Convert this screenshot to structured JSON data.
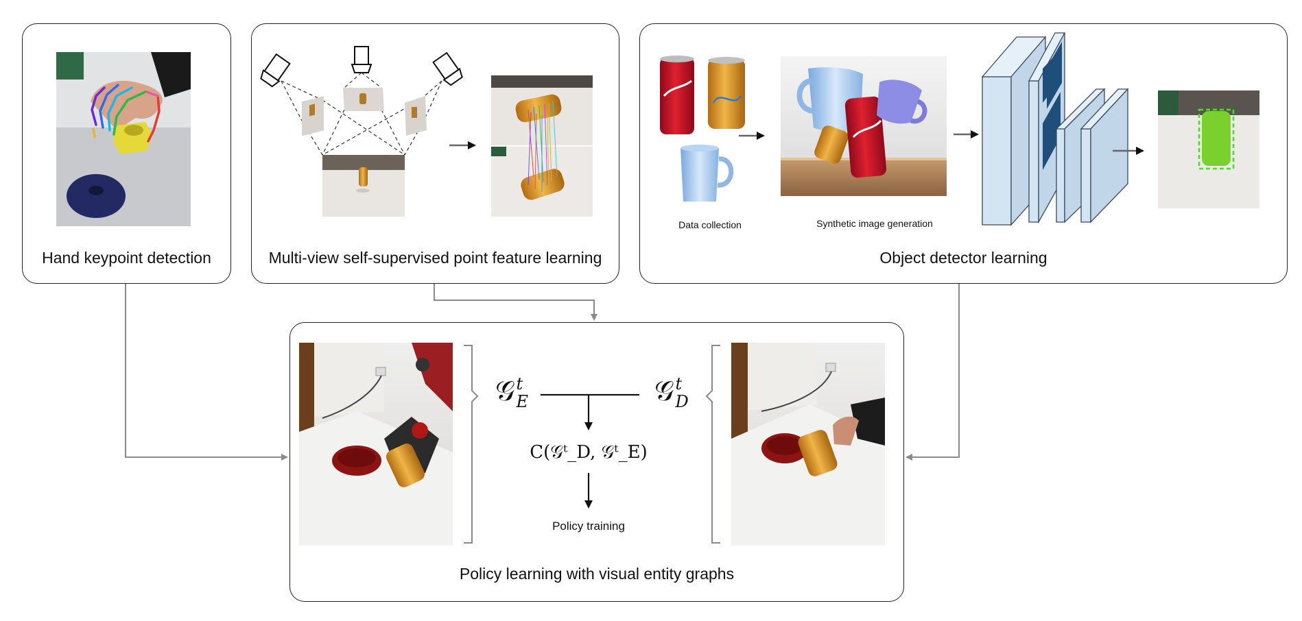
{
  "panels": {
    "hand": {
      "caption": "Hand keypoint detection"
    },
    "multiview": {
      "caption": "Multi-view self-supervised point feature learning"
    },
    "detector": {
      "caption": "Object detector learning",
      "data_collection_label": "Data collection",
      "synthetic_label": "Synthetic image generation"
    },
    "policy": {
      "caption": "Policy learning with visual entity graphs",
      "graph_e": "𝒢",
      "graph_e_sup": "t",
      "graph_e_sub": "E",
      "graph_d": "𝒢",
      "graph_d_sup": "t",
      "graph_d_sub": "D",
      "cost_expr": "C(𝒢ᵗ_D, 𝒢ᵗ_E)",
      "training_label": "Policy training"
    }
  },
  "colors": {
    "arrow_gray": "#8a8a8a",
    "panel_border": "#222222",
    "coke_red": "#c8102e",
    "can_orange": "#e8a33a",
    "mug_blue": "#9ec3ea",
    "detector_green": "#7ad12e",
    "network_blue": "#d3e4f3",
    "network_dark": "#1f4e7a"
  }
}
